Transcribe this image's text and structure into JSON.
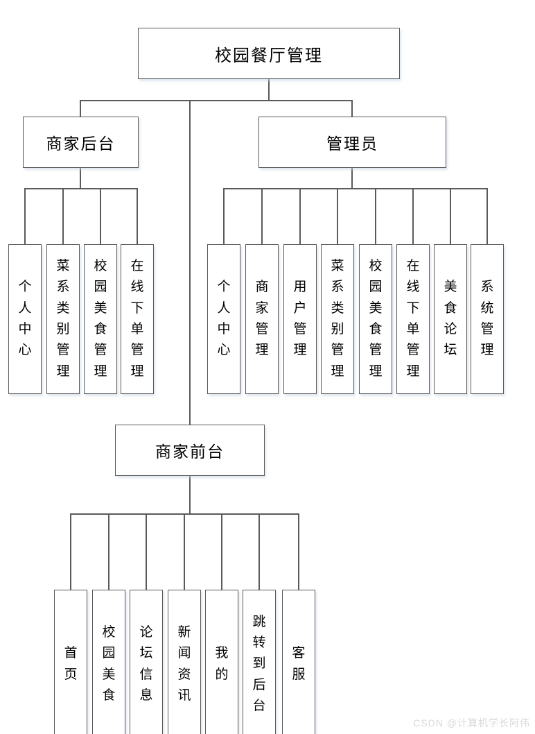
{
  "diagram": {
    "title": "校园餐厅管理",
    "root": {
      "label": "校园餐厅管理"
    },
    "branches": [
      {
        "label": "商家后台",
        "children": [
          "个人中心",
          "菜系类别管理",
          "校园美食管理",
          "在线下单管理"
        ]
      },
      {
        "label": "管理员",
        "children": [
          "个人中心",
          "商家管理",
          "用户管理",
          "菜系类别管理",
          "校园美食管理",
          "在线下单管理",
          "美食论坛",
          "系统管理"
        ]
      },
      {
        "label": "商家前台",
        "children": [
          "首页",
          "校园美食",
          "论坛信息",
          "新闻资讯",
          "我的",
          "跳转到后台",
          "客服"
        ]
      }
    ],
    "line_color": "#5a5a5a",
    "box_border_color": "#595959",
    "background_color": "#ffffff"
  },
  "watermark": {
    "text": "CSDN @计算机学长阿伟",
    "color": "#d9d9d9"
  }
}
